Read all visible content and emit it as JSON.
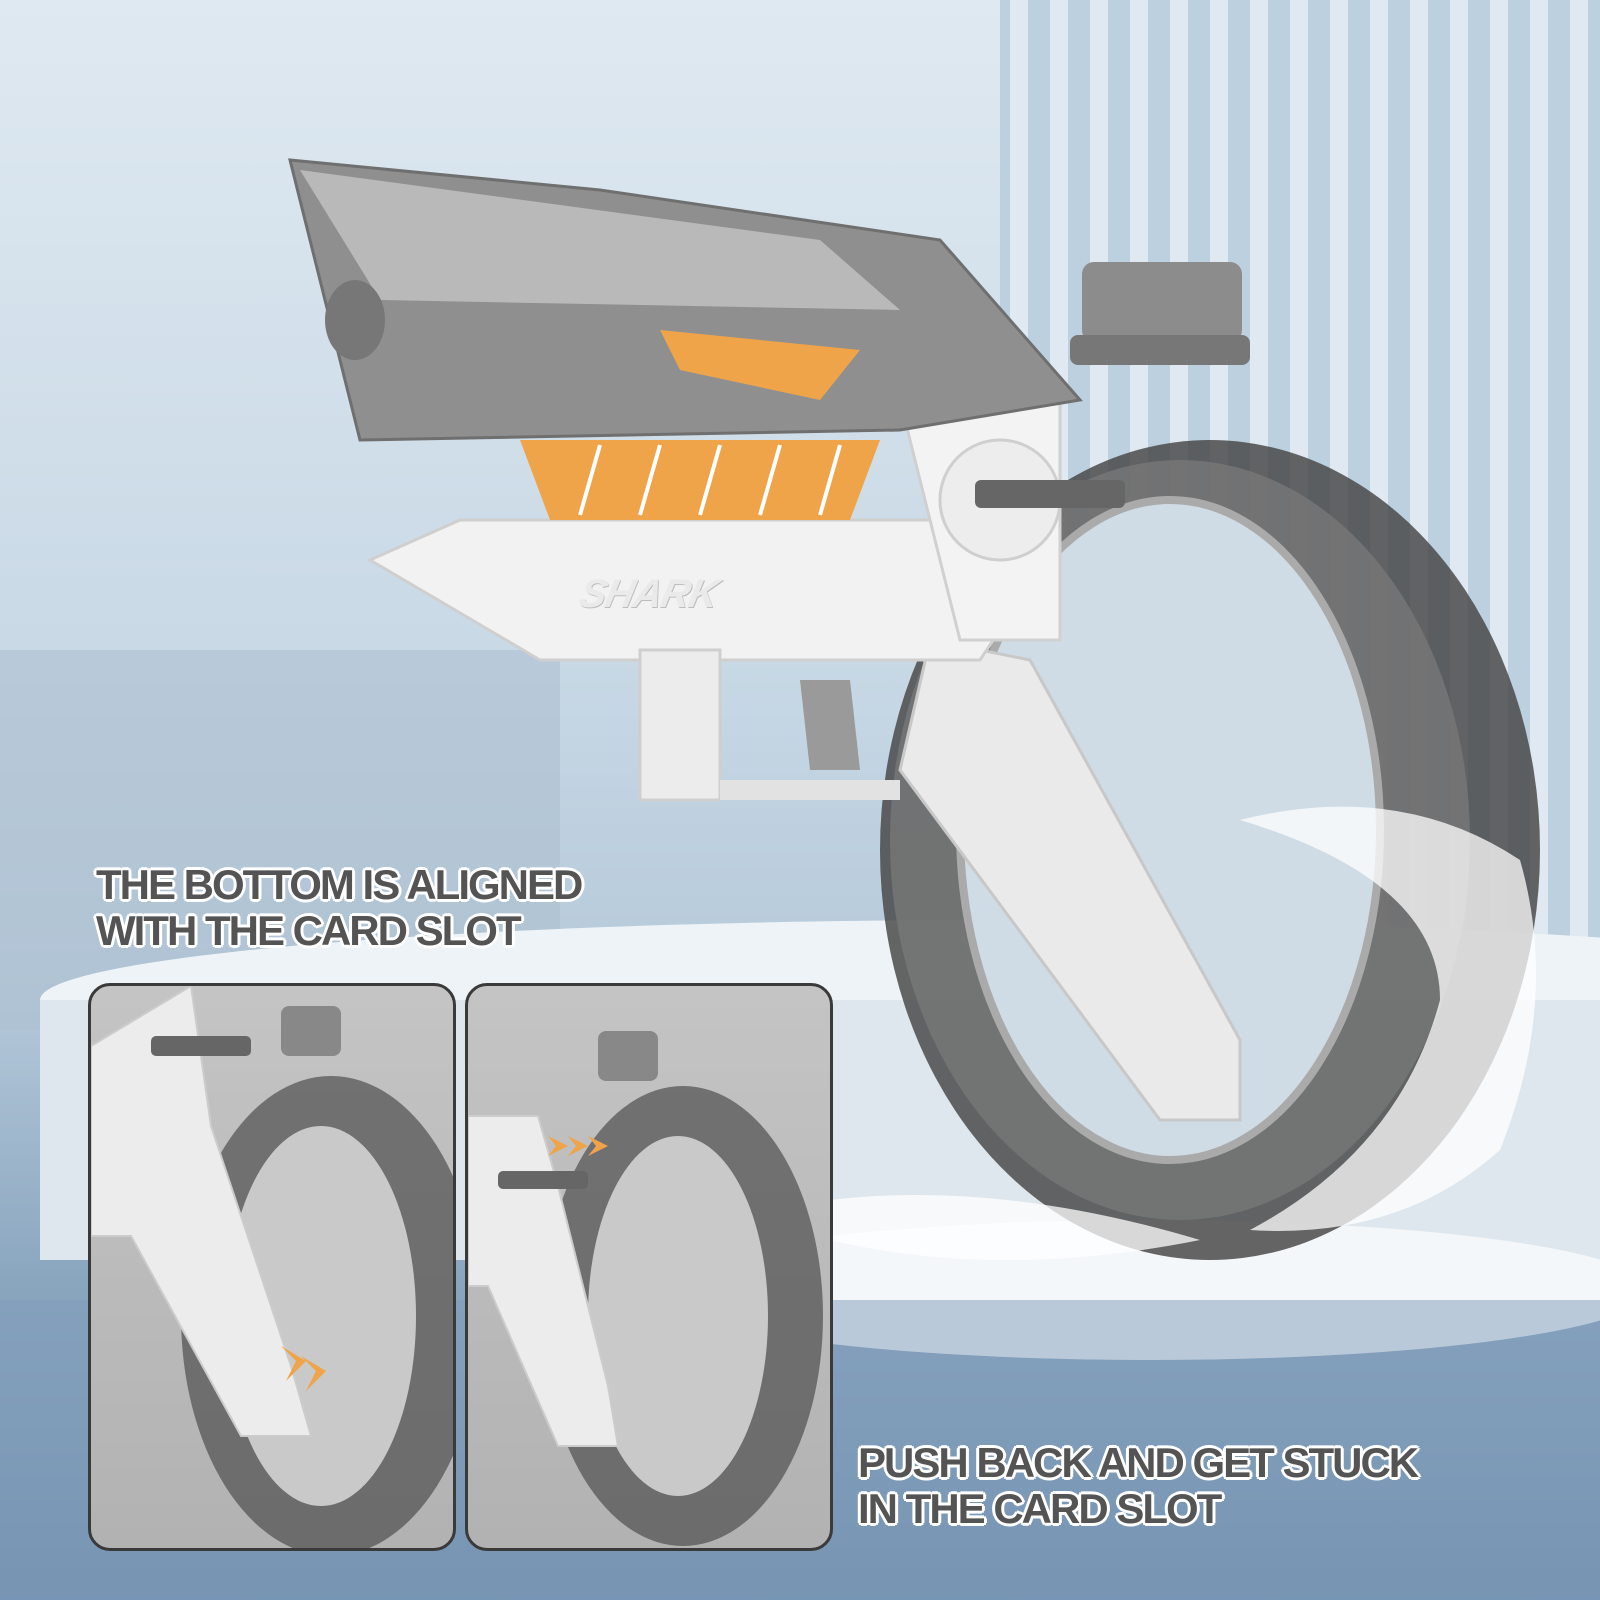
{
  "product": {
    "logo_text": "SHARK",
    "colors": {
      "body_white": "#f2f2f2",
      "head_gray": "#8f8f8f",
      "accent_orange": "#f0a449",
      "tank_clear": "#5a5a5a"
    }
  },
  "captions": {
    "top_left": [
      "THE BOTTOM IS ALIGNED",
      "WITH THE CARD SLOT"
    ],
    "bottom_right": [
      "PUSH BACK AND GET STUCK",
      "IN THE CARD SLOT"
    ]
  },
  "panels": [
    {
      "label": "aligned-step",
      "arrow_icon": "double-chevron-down-right"
    },
    {
      "label": "push-back-step",
      "arrow_icon": "double-chevron-right"
    }
  ]
}
